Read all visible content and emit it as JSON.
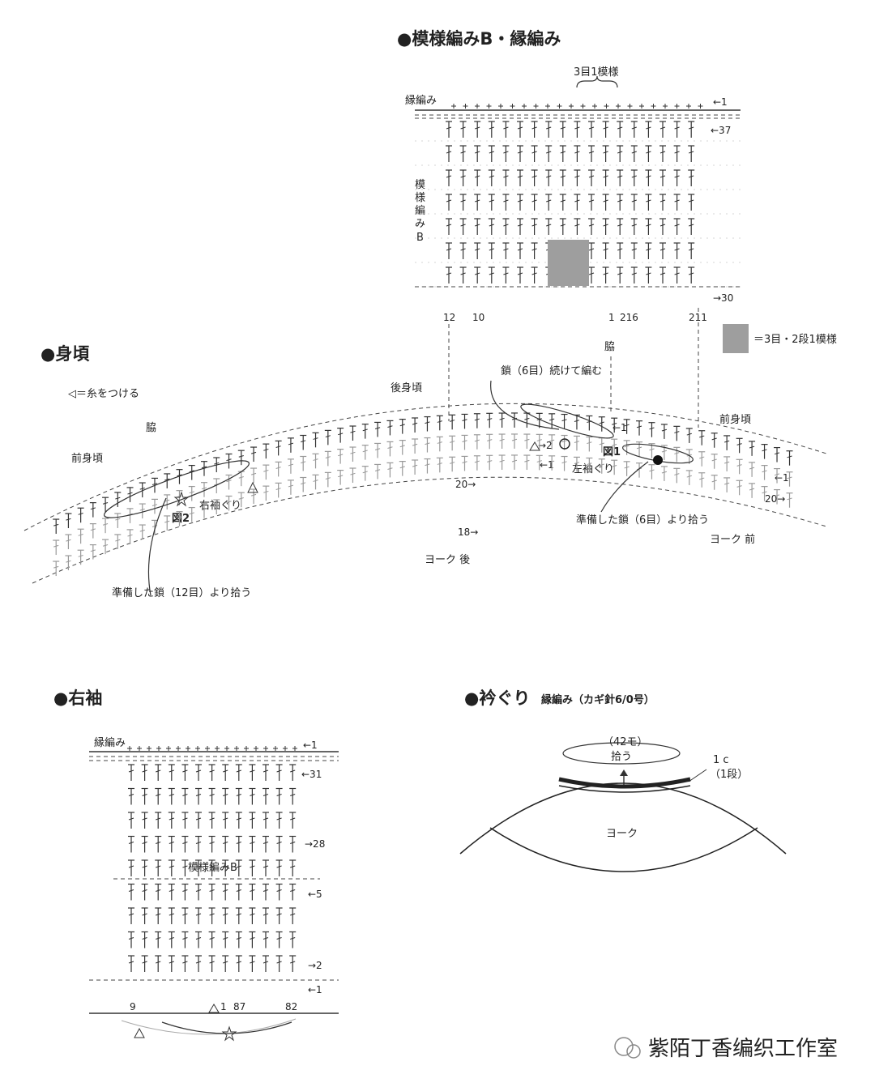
{
  "sections": {
    "pattern": {
      "title": "●模様編みB・縁編み",
      "repeat_label": "3目1模様",
      "edge_label": "縁編み",
      "vertical_label": [
        "模",
        "様",
        "編",
        "み",
        "B"
      ],
      "row_top": "←1",
      "row_37": "←37",
      "row_30": "→30",
      "stitch_numbers": [
        "12",
        "10",
        "1",
        "216",
        "211"
      ],
      "legend_text": "＝3目・2段1模様",
      "colors": {
        "legend_fill": "#9e9e9e"
      }
    },
    "body": {
      "title": "●身頃",
      "yarn_legend": "◁＝糸をつける",
      "waki_top": "脇",
      "waki_left": "脇",
      "back_body": "後身頃",
      "front_body_left": "前身頃",
      "front_body_right": "前身頃",
      "chain_continue": "鎖（6目）続けて編む",
      "fig1": "図1",
      "fig2": "図2",
      "left_armhole": "左袖ぐり",
      "right_armhole": "右袖ぐり",
      "pickup_6": "準備した鎖（6目）より拾う",
      "pickup_12": "準備した鎖（12目）より拾う",
      "yoke_back": "ヨーク 後",
      "yoke_front": "ヨーク 前",
      "row_marks": [
        "→2",
        "←1",
        "←1",
        "←1",
        "20→",
        "18→",
        "20→"
      ]
    },
    "sleeve": {
      "title": "●右袖",
      "edge_label": "縁編み",
      "pattern_label": "模様編みB",
      "rows": [
        "←1",
        "←31",
        "→28",
        "←5",
        "→2",
        "←1"
      ],
      "stitch_numbers": [
        "9",
        "1",
        "87",
        "82"
      ]
    },
    "neck": {
      "title": "●衿ぐり",
      "subtitle": "縁編み（カギ針6/0号）",
      "pickup_count": "（42モ）",
      "pickup": "拾う",
      "rows_c": "1 c",
      "rows_dan": "（1段）",
      "yoke": "ヨーク"
    },
    "watermark": "紫陌丁香编织工作室"
  }
}
